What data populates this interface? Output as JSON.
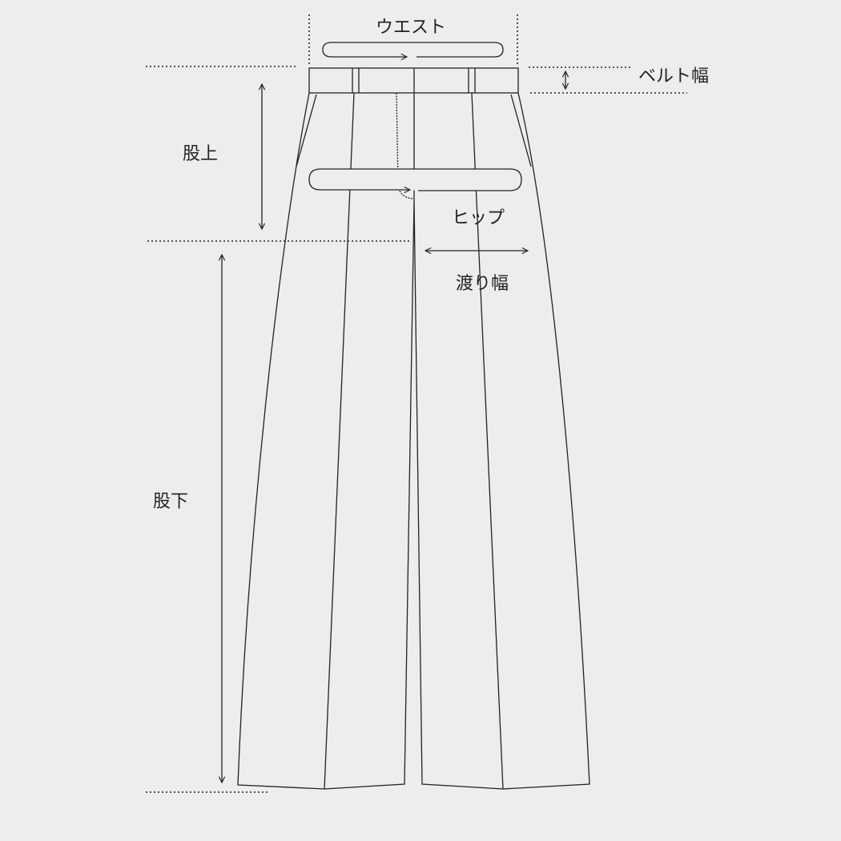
{
  "labels": {
    "waist": "ウエスト",
    "belt_width": "ベルト幅",
    "rise": "股上",
    "hip": "ヒップ",
    "thigh": "渡り幅",
    "inseam": "股下"
  },
  "colors": {
    "background": "#ededec",
    "line": "#222222"
  }
}
